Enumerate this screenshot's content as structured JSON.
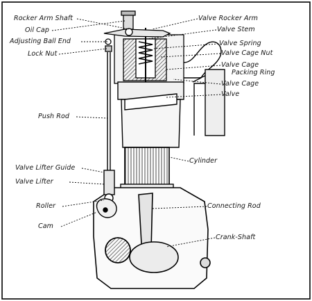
{
  "diagram": {
    "labels": {
      "rocker_arm_shaft": "Rocker Arm Shaft",
      "oil_cap": "Oil Cap",
      "adjusting_ball_end": "Adjusting Ball End",
      "lock_nut": "Lock Nut",
      "push_rod": "Push Rod",
      "valve_lifter_guide": "Valve Lifter Guide",
      "valve_lifter": "Valve Lifter",
      "roller": "Roller",
      "cam": "Cam",
      "valve_rocker_arm": "Valve Rocker Arm",
      "valve_stem": "Valve Stem",
      "valve_spring": "Valve Spring",
      "valve_cage_nut": "Valve Cage Nut",
      "valve_cage_packing_ring_1": "Valve Cage",
      "valve_cage_packing_ring_2": "Packing Ring",
      "valve_cage": "Valve Cage",
      "valve": "Valve",
      "cylinder": "Cylinder",
      "connecting_rod": "Connecting Rod",
      "crank_shaft": "Crank-Shaft"
    }
  }
}
